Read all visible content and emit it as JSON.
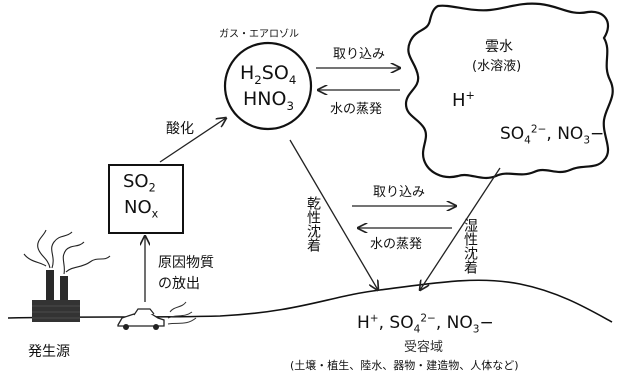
{
  "aerosol_label": "ガス・エアロゾル",
  "acid": {
    "line1": "H2SO4",
    "line2": "HNO3"
  },
  "oxidation_label": "酸化",
  "source_box": {
    "line1": "SO2",
    "line2": "NOx"
  },
  "emission_label": {
    "line1": "原因物質",
    "line2": "の放出"
  },
  "uptake_top": "取り込み",
  "evaporation_top": "水の蒸発",
  "cloud": {
    "title_line1": "雲水",
    "title_line2": "(水溶液)",
    "hplus": "H+",
    "ions": "SO42−, NO3−"
  },
  "dry_deposition": "乾性沈着",
  "wet_deposition": "湿性沈着",
  "uptake_mid": "取り込み",
  "evaporation_mid": "水の蒸発",
  "receptor": {
    "ions": "H+, SO42−, NO3−",
    "name": "受容域",
    "examples": "(土壌・植生、陸水、器物・建造物、人体など)"
  },
  "source_label": "発生源"
}
